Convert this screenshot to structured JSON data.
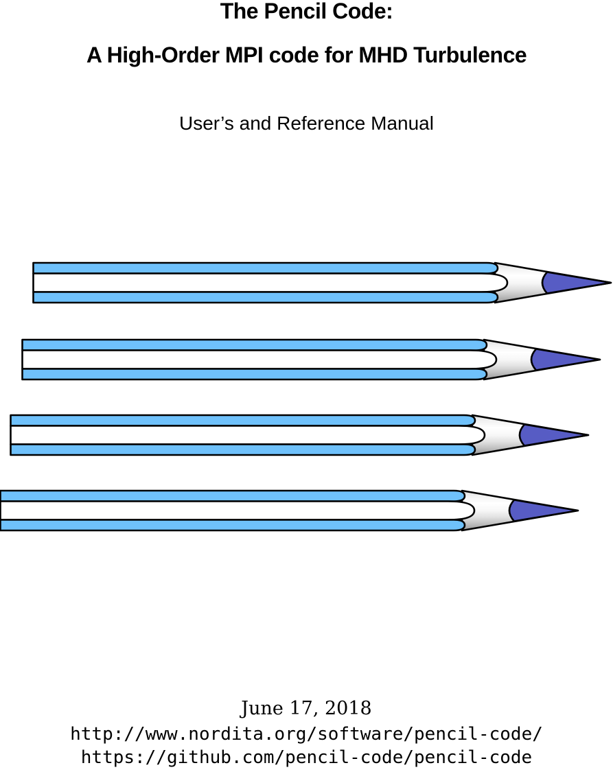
{
  "page": {
    "title_line1": "The Pencil Code:",
    "title_line2": "A High-Order MPI code for MHD Turbulence",
    "subtitle": "User’s and Reference Manual",
    "date": "June 17, 2018",
    "url_nordita": "http://www.nordita.org/software/pencil-code/",
    "url_github": "https://github.com/pencil-code/pencil-code"
  },
  "pencils": {
    "count": 4,
    "colors": {
      "stripe_blue": "#6FC1FB",
      "body_white": "#FFFFFF",
      "outline_black": "#000000",
      "lead_blue": "#575CC4",
      "wood_light": "#FFFFFF",
      "wood_dark": "#9A9A9A"
    }
  }
}
